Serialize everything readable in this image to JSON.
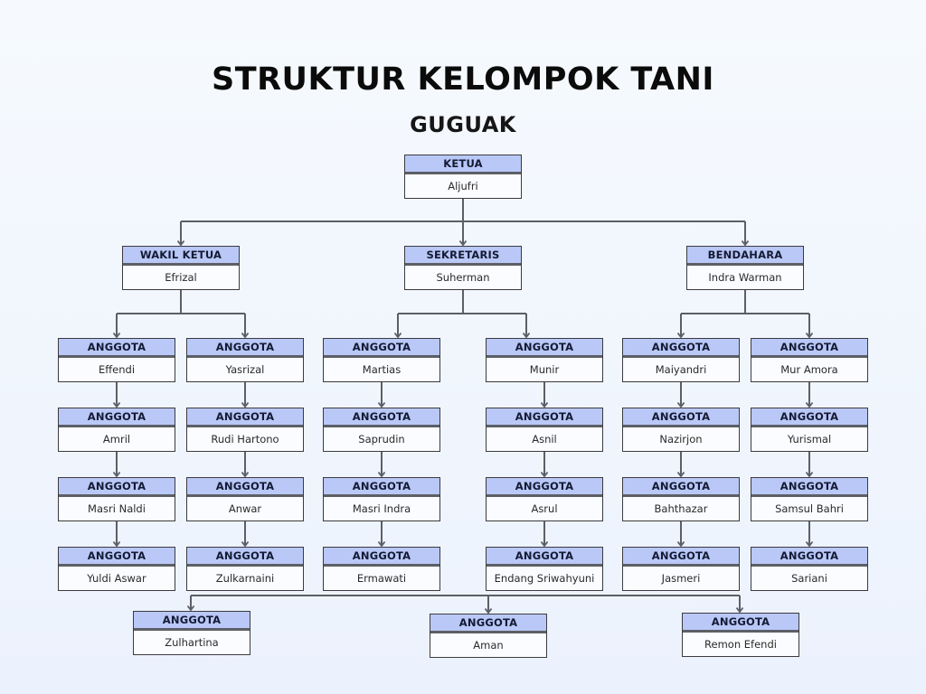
{
  "title": "STRUKTUR KELOMPOK TANI",
  "subtitle": "GUGUAK",
  "colors": {
    "background": "#f2f7fd",
    "role_header": "#b9c8f7",
    "connector": "#5c5f66",
    "box_border": "#3b3b3f"
  },
  "ketua": {
    "role": "KETUA",
    "name": "Aljufri"
  },
  "pengurus": [
    {
      "role": "WAKIL KETUA",
      "name": "Efrizal"
    },
    {
      "role": "SEKRETARIS",
      "name": "Suherman"
    },
    {
      "role": "BENDAHARA",
      "name": "Indra Warman"
    }
  ],
  "anggota_columns": [
    {
      "parent": "WAKIL KETUA",
      "members": [
        {
          "role": "ANGGOTA",
          "name": "Effendi"
        },
        {
          "role": "ANGGOTA",
          "name": "Amril"
        },
        {
          "role": "ANGGOTA",
          "name": "Masri Naldi"
        },
        {
          "role": "ANGGOTA",
          "name": "Yuldi Aswar"
        }
      ]
    },
    {
      "parent": "WAKIL KETUA",
      "members": [
        {
          "role": "ANGGOTA",
          "name": "Yasrizal"
        },
        {
          "role": "ANGGOTA",
          "name": "Rudi Hartono"
        },
        {
          "role": "ANGGOTA",
          "name": "Anwar"
        },
        {
          "role": "ANGGOTA",
          "name": "Zulkarnaini"
        }
      ]
    },
    {
      "parent": "SEKRETARIS",
      "members": [
        {
          "role": "ANGGOTA",
          "name": "Martias"
        },
        {
          "role": "ANGGOTA",
          "name": "Saprudin"
        },
        {
          "role": "ANGGOTA",
          "name": "Masri Indra"
        },
        {
          "role": "ANGGOTA",
          "name": "Ermawati"
        }
      ]
    },
    {
      "parent": "SEKRETARIS",
      "members": [
        {
          "role": "ANGGOTA",
          "name": "Munir"
        },
        {
          "role": "ANGGOTA",
          "name": "Asnil"
        },
        {
          "role": "ANGGOTA",
          "name": "Asrul"
        },
        {
          "role": "ANGGOTA",
          "name": "Endang Sriwahyuni"
        }
      ]
    },
    {
      "parent": "BENDAHARA",
      "members": [
        {
          "role": "ANGGOTA",
          "name": "Maiyandri"
        },
        {
          "role": "ANGGOTA",
          "name": "Nazirjon"
        },
        {
          "role": "ANGGOTA",
          "name": "Bahthazar"
        },
        {
          "role": "ANGGOTA",
          "name": "Jasmeri"
        }
      ]
    },
    {
      "parent": "BENDAHARA",
      "members": [
        {
          "role": "ANGGOTA",
          "name": "Mur Amora"
        },
        {
          "role": "ANGGOTA",
          "name": "Yurismal"
        },
        {
          "role": "ANGGOTA",
          "name": "Samsul Bahri"
        },
        {
          "role": "ANGGOTA",
          "name": "Sariani"
        }
      ]
    }
  ],
  "anggota_bottom": [
    {
      "role": "ANGGOTA",
      "name": "Zulhartina"
    },
    {
      "role": "ANGGOTA",
      "name": "Aman"
    },
    {
      "role": "ANGGOTA",
      "name": "Remon Efendi"
    }
  ]
}
